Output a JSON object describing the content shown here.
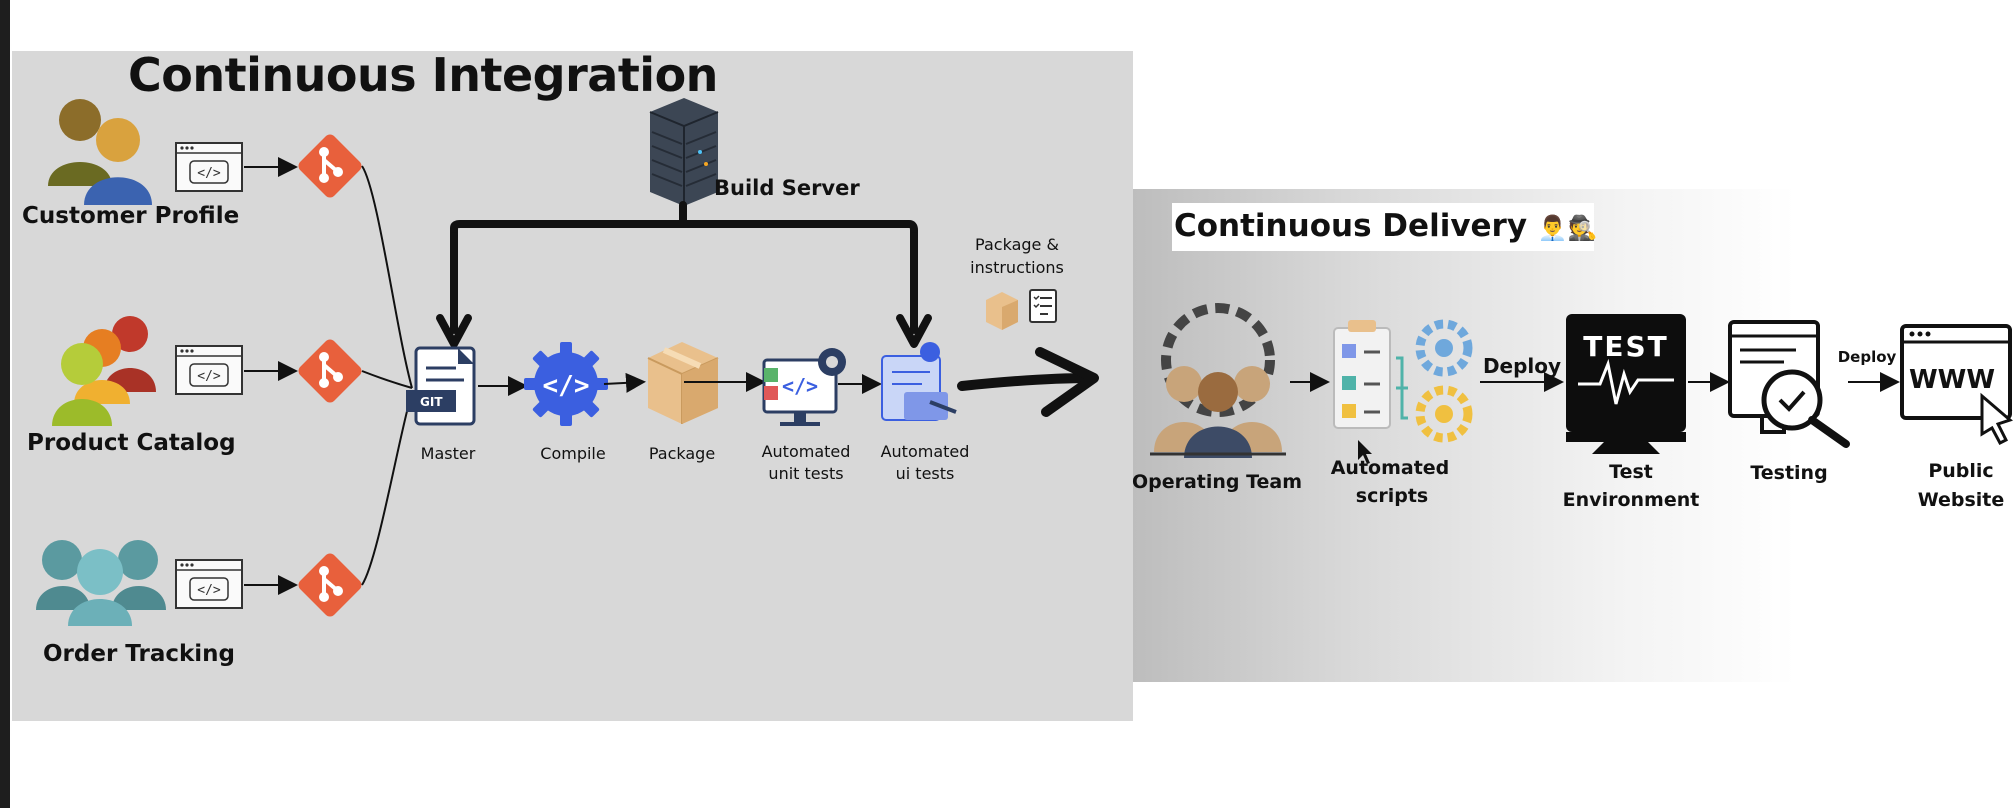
{
  "continuous_integration": {
    "title": "Continuous Integration",
    "sources": [
      {
        "label": "Customer Profile"
      },
      {
        "label": "Product Catalog"
      },
      {
        "label": "Order Tracking"
      }
    ],
    "build_server": "Build Server",
    "pipeline": {
      "master": "Master",
      "git_badge": "GIT",
      "compile": "Compile",
      "package": "Package",
      "unit_tests_1": "Automated",
      "unit_tests_2": "unit tests",
      "ui_tests_1": "Automated",
      "ui_tests_2": "ui tests"
    },
    "package_instructions_1": "Package &",
    "package_instructions_2": "instructions"
  },
  "continuous_delivery": {
    "title": "Continuous Delivery",
    "title_emoji": "👨‍💼🕵",
    "operating_team": "Operating Team",
    "scripts_1": "Automated",
    "scripts_2": "scripts",
    "deploy_1": "Deploy",
    "test_screen": "TEST",
    "test_env_1": "Test",
    "test_env_2": "Environment",
    "testing": "Testing",
    "deploy_2": "Deploy",
    "www": "WWW",
    "public_1": "Public",
    "public_2": "Website"
  },
  "colors": {
    "git_orange": "#e8603c",
    "ci_panel": "#d8d8d8",
    "compile_blue": "#3b5fe0",
    "package_tan": "#e9c08c"
  }
}
